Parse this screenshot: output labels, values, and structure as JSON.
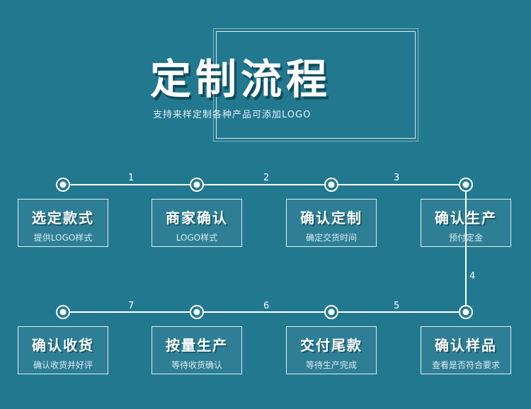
{
  "header": {
    "title": "定制流程",
    "subtitle": "支持来样定制各种产品可添加LOGO"
  },
  "steps": [
    {
      "title": "选定款式",
      "desc": "提供LOGO样式"
    },
    {
      "title": "商家确认",
      "desc": "LOGO样式"
    },
    {
      "title": "确认定制",
      "desc": "确定交货时间"
    },
    {
      "title": "确认生产",
      "desc": "预付定金"
    },
    {
      "title": "确认样品",
      "desc": "查看是否符合要求"
    },
    {
      "title": "交付尾款",
      "desc": "等待生产完成"
    },
    {
      "title": "按量生产",
      "desc": "等待收货确认"
    },
    {
      "title": "确认收货",
      "desc": "确认收货并好评"
    }
  ],
  "connectors": [
    "1",
    "2",
    "3",
    "4",
    "5",
    "6",
    "7"
  ],
  "colors": {
    "background": "#21788f",
    "line": "#ffffff"
  }
}
